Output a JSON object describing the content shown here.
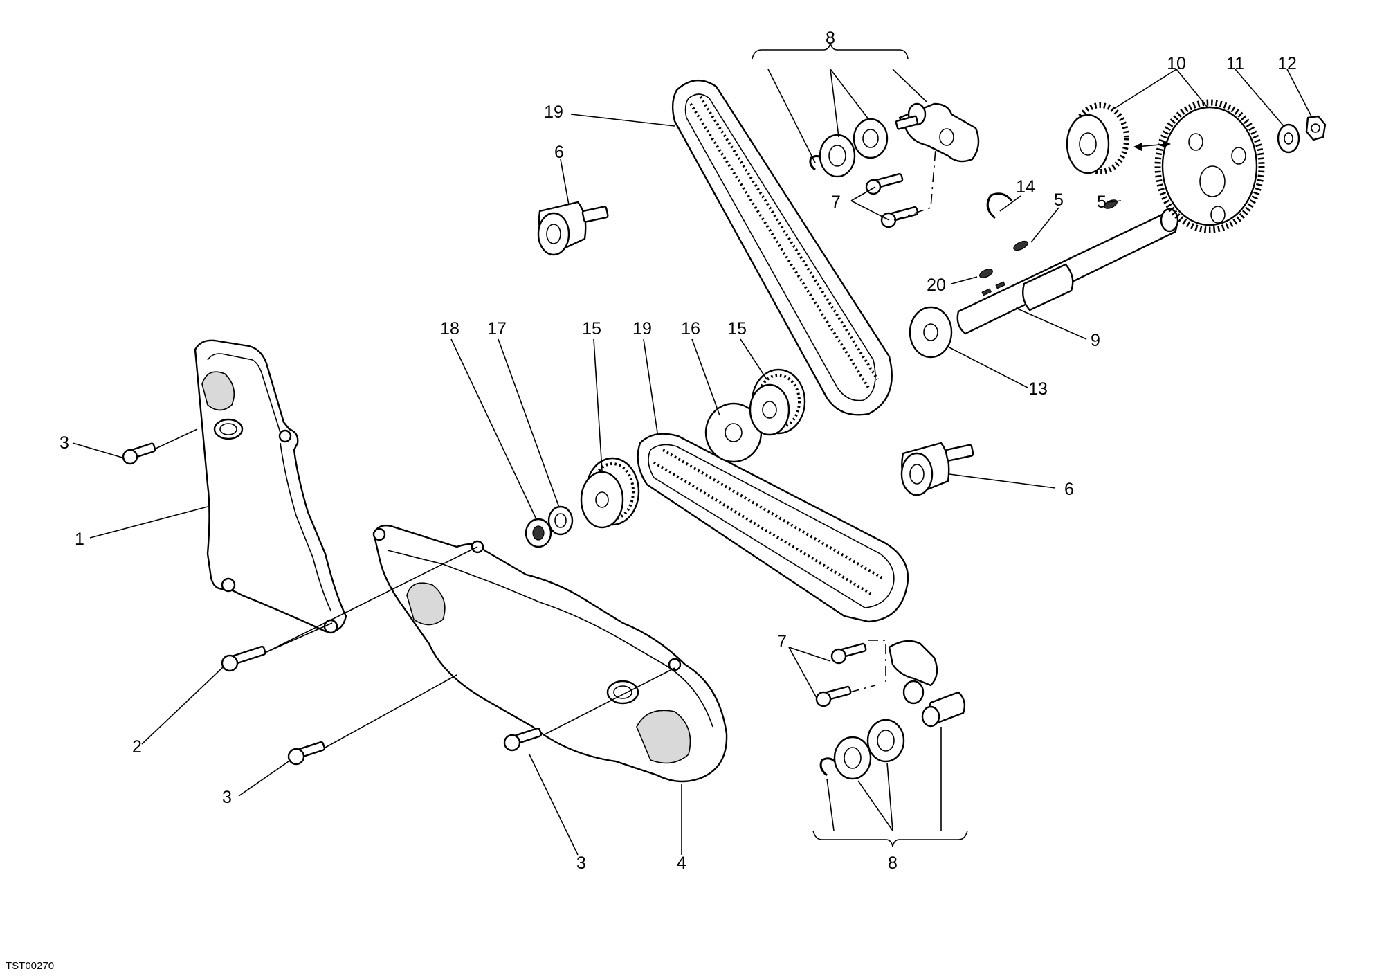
{
  "drawing_code": "TST00270",
  "callouts": [
    {
      "id": "c-8-top",
      "text": "8"
    },
    {
      "id": "c-10",
      "text": "10"
    },
    {
      "id": "c-11",
      "text": "11"
    },
    {
      "id": "c-12",
      "text": "12"
    },
    {
      "id": "c-19-top",
      "text": "19"
    },
    {
      "id": "c-6-top",
      "text": "6"
    },
    {
      "id": "c-14",
      "text": "14"
    },
    {
      "id": "c-5-a",
      "text": "5"
    },
    {
      "id": "c-5-b",
      "text": "5"
    },
    {
      "id": "c-7-top",
      "text": "7"
    },
    {
      "id": "c-20",
      "text": "20"
    },
    {
      "id": "c-9",
      "text": "9"
    },
    {
      "id": "c-13",
      "text": "13"
    },
    {
      "id": "c-18",
      "text": "18"
    },
    {
      "id": "c-17",
      "text": "17"
    },
    {
      "id": "c-15-a",
      "text": "15"
    },
    {
      "id": "c-19-mid",
      "text": "19"
    },
    {
      "id": "c-16",
      "text": "16"
    },
    {
      "id": "c-15-b",
      "text": "15"
    },
    {
      "id": "c-6-right",
      "text": "6"
    },
    {
      "id": "c-3-a",
      "text": "3"
    },
    {
      "id": "c-1",
      "text": "1"
    },
    {
      "id": "c-7-bottom",
      "text": "7"
    },
    {
      "id": "c-2",
      "text": "2"
    },
    {
      "id": "c-3-b",
      "text": "3"
    },
    {
      "id": "c-3-c",
      "text": "3"
    },
    {
      "id": "c-4",
      "text": "4"
    },
    {
      "id": "c-8-bottom",
      "text": "8"
    }
  ]
}
